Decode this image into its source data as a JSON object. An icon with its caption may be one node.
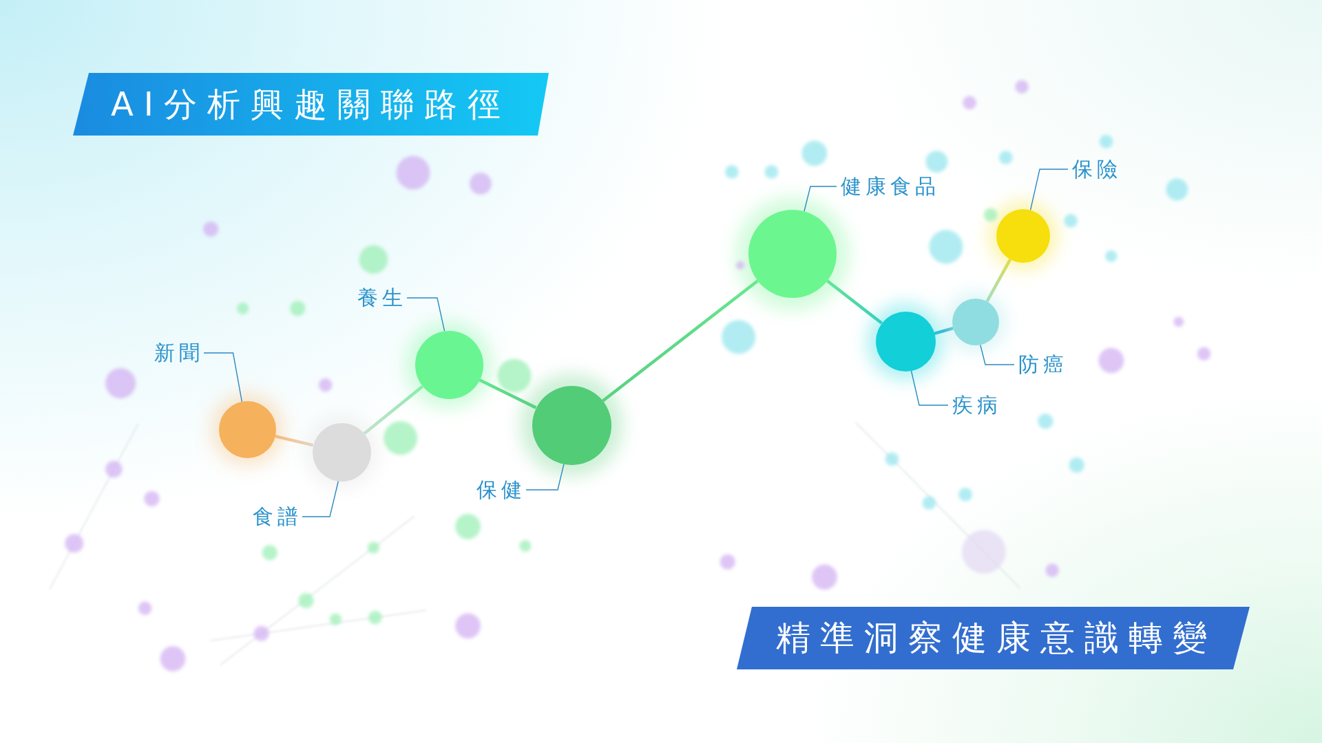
{
  "diagram": {
    "title": "AI分析興趣關聯路徑",
    "caption": "精準洞察健康意識轉變",
    "nodes": [
      {
        "text": [
          "新聞"
        ]
      },
      {
        "text": [],
        "shape": "circle"
      },
      {
        "text": [
          "食譜"
        ]
      },
      {
        "text": [],
        "shape": "circle"
      },
      {
        "text": [
          "養生"
        ]
      },
      {
        "text": [],
        "shape": "circle"
      },
      {
        "text": [
          "保健"
        ]
      },
      {
        "text": [],
        "shape": "circle"
      },
      {
        "text": [
          "健康食品"
        ]
      },
      {
        "text": [],
        "shape": "circle"
      },
      {
        "text": [
          "疾病"
        ]
      },
      {
        "text": [],
        "shape": "circle"
      },
      {
        "text": [
          "防癌"
        ]
      },
      {
        "text": [],
        "shape": "circle"
      },
      {
        "text": [
          "保險"
        ]
      },
      {
        "text": [],
        "shape": "circle"
      }
    ],
    "edges": [
      {
        "from": 0,
        "to": 1,
        "arrow": "none"
      },
      {
        "from": 2,
        "to": 3,
        "arrow": "none"
      },
      {
        "from": 4,
        "to": 5,
        "arrow": "none"
      },
      {
        "from": 6,
        "to": 7,
        "arrow": "none"
      },
      {
        "from": 8,
        "to": 9,
        "arrow": "none"
      },
      {
        "from": 10,
        "to": 11,
        "arrow": "none"
      },
      {
        "from": 12,
        "to": 13,
        "arrow": "none"
      },
      {
        "from": 14,
        "to": 15,
        "arrow": "none"
      },
      {
        "from": 1,
        "to": 3,
        "arrow": "none",
        "style": "thick",
        "color": "#f0c8a0"
      },
      {
        "from": 3,
        "to": 5,
        "arrow": "none",
        "style": "thick",
        "color": "#a8e6bd"
      },
      {
        "from": 5,
        "to": 7,
        "arrow": "none",
        "style": "thick",
        "color": "#5ed98a"
      },
      {
        "from": 7,
        "to": 9,
        "arrow": "none",
        "style": "thick",
        "color": "#5fd98a"
      },
      {
        "from": 9,
        "to": 11,
        "arrow": "none",
        "style": "thick",
        "color": "#4fd8a4"
      },
      {
        "from": 11,
        "to": 13,
        "arrow": "none",
        "style": "thick",
        "color": "#3cb8d6"
      },
      {
        "from": 13,
        "to": 15,
        "arrow": "none",
        "style": "thick",
        "color": "#c0dd90"
      }
    ]
  }
}
